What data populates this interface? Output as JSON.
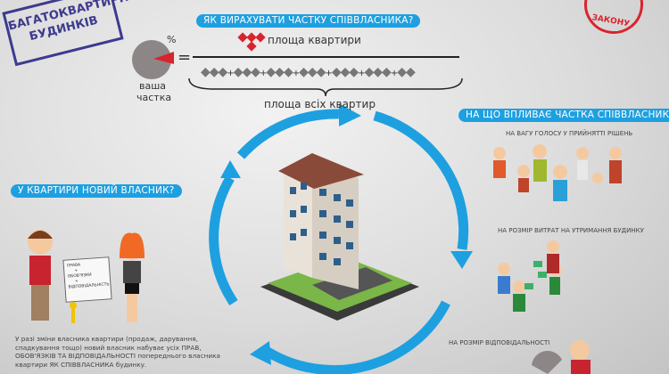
{
  "stamps": {
    "left_line1": "БАГАТОКВАРТИРН",
    "left_line2": "БУДИНКІВ",
    "right": "ЗАКОНУ"
  },
  "formula": {
    "title": "ЯК ВИРАХУВАТИ ЧАСТКУ СПІВВЛАСНИКА?",
    "percent": "%",
    "equals": "=",
    "your_share_line1": "ваша",
    "your_share_line2": "частка",
    "numerator": "площа квартири",
    "denominator": "площа всіх квартир",
    "plus": "+"
  },
  "new_owner": {
    "title": "У КВАРТИРИ НОВИЙ ВЛАСНИК?",
    "doc_line1": "ПРАВА",
    "doc_plus1": "+",
    "doc_line2": "ОБОВ'ЯЗКИ",
    "doc_plus2": "+",
    "doc_line3": "ВІДПОВІДАЛЬНІСТЬ",
    "paragraph": "У разі зміни власника квартири (продаж, дарування, спадкування тощо) новий власник набуває усіх ПРАВ, ОБОВ'ЯЗКІВ ТА ВІДПОВІДАЛЬНОСТІ попереднього власника квартири ЯК СПІВВЛАСНИКА будинку."
  },
  "influence": {
    "title": "НА ЩО ВПЛИВАЄ ЧАСТКА СПІВВЛАСНИКА?",
    "items": [
      "НА ВАГУ ГОЛОСУ У ПРИЙНЯТТІ РІШЕНЬ",
      "НА РОЗМІР ВИТРАТ НА УТРИМАННЯ БУДИНКУ",
      "НА РОЗМІР ВІДПОВІДАЛЬНОСТІ"
    ]
  },
  "colors": {
    "accent": "#1ea0e0",
    "red": "#d9242d",
    "stamp": "#3d3a8f"
  }
}
